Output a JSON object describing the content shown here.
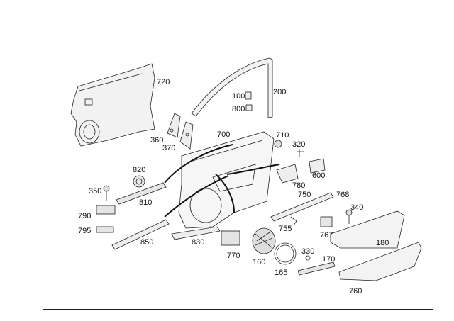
{
  "diagram": {
    "part_labels": {
      "p720": "720",
      "p200": "200",
      "p100": "100",
      "p800": "800",
      "p360": "360",
      "p370": "370",
      "p700": "700",
      "p710": "710",
      "p320": "320",
      "p820": "820",
      "p600": "600",
      "p780": "780",
      "p350": "350",
      "p810": "810",
      "p750": "750",
      "p768": "768",
      "p790": "790",
      "p340": "340",
      "p795": "795",
      "p755": "755",
      "p767": "767",
      "p850": "850",
      "p830": "830",
      "p180": "180",
      "p770": "770",
      "p160": "160",
      "p330": "330",
      "p170": "170",
      "p165": "165",
      "p760": "760"
    }
  }
}
